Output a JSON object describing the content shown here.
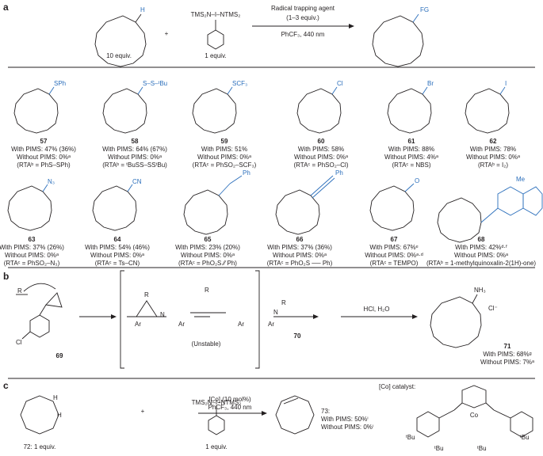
{
  "panels": {
    "a": "a",
    "b": "b",
    "c": "c"
  },
  "schemeA": {
    "reagent": "TMS₂N–I–NTMS₂",
    "arrow_top1": "Radical trapping agent",
    "arrow_top2": "(1–3 equiv.)",
    "arrow_bottom": "PhCF₃, 440 nm",
    "plus": "+",
    "sub_equiv": "10 equiv.",
    "reagent_equiv": "1 equiv.",
    "product_fg": "FG",
    "sub_h": "H"
  },
  "products": [
    {
      "num": "57",
      "fg": "SPh",
      "l1": "With PIMS: 47% (36%)",
      "l2": "Without PIMS: 0%ᵃ",
      "l3": "(RTAᵇ = PhS–SPh)"
    },
    {
      "num": "58",
      "fg": "S–S–ᵗBu",
      "l1": "With PIMS: 64% (67%)",
      "l2": "Without PIMS: 0%ᵃ",
      "l3": "(RTAᵇ = ᵗBuSS–SSᵗBu)"
    },
    {
      "num": "59",
      "fg": "SCF₃",
      "l1": "With PIMS: 51%",
      "l2": "Without PIMS: 0%ᵃ",
      "l3": "(RTAᶜ = PhSO₂–SCF₃)"
    },
    {
      "num": "60",
      "fg": "Cl",
      "l1": "With PIMS: 58%",
      "l2": "Without PIMS: 0%ᵃ",
      "l3": "(RTAᶜ = PhSO₂–Cl)"
    },
    {
      "num": "61",
      "fg": "Br",
      "l1": "With PIMS: 88%",
      "l2": "Without PIMS: 4%ᵃ",
      "l3": "(RTAᶜ = NBS)"
    },
    {
      "num": "62",
      "fg": "I",
      "l1": "With PIMS: 78%",
      "l2": "Without PIMS: 0%ᵃ",
      "l3": "(RTAᵇ = I₂)"
    },
    {
      "num": "63",
      "fg": "N₃",
      "l1": "With PIMS: 37% (26%)",
      "l2": "Without PIMS: 0%ᵃ",
      "l3": "(RTAᶜ = PhSO₂–N₃)"
    },
    {
      "num": "64",
      "fg": "CN",
      "l1": "With PIMS: 54% (46%)",
      "l2": "Without PIMS: 0%ᵃ",
      "l3": "(RTAᶜ = Ts–CN)"
    },
    {
      "num": "65",
      "fg": "Ph",
      "l1": "With PIMS: 23% (20%)",
      "l2": "Without PIMS: 0%ᵃ",
      "l3": "(RTAᶜ = PhO₂S ⁄⁄ Ph)"
    },
    {
      "num": "66",
      "fg": "Ph",
      "l1": "With PIMS: 37% (36%)",
      "l2": "Without PIMS: 0%ᵃ",
      "l3": "(RTAᶜ = PhO₂S ── Ph)"
    },
    {
      "num": "67",
      "fg": "O",
      "l1": "With PIMS: 67%ᵉ",
      "l2": "Without PIMS: 0%ᵃ·ᵈ",
      "l3": "(RTAᶜ = TEMPO)"
    },
    {
      "num": "68",
      "fg": "Me",
      "l1": "With PIMS: 42%ᵈ·ᶠ",
      "l2": "Without PIMS: 0%ᵃ",
      "l3": "(RTAᵇ = 1-methylquinoxalin-2(1H)-one)"
    }
  ],
  "schemeB": {
    "cmpd69": "69",
    "cmpd70": "70",
    "cmpd71": "71",
    "unstable": "(Unstable)",
    "hcl": "HCl, H₂O",
    "with": "With PIMS: 68%ᵍ",
    "without": "Without PIMS: 7%ᵃ",
    "ar": "Ar",
    "r": "R",
    "cl": "Cl",
    "n": "N",
    "nh3": "NH₃",
    "clm": "Cl⁻"
  },
  "schemeC": {
    "sub": "72: 1 equiv.",
    "reagent_equiv": "1 equiv.",
    "plus": "+",
    "reagent": "TMS₂N–I–NTMS₂",
    "arrow_top": "[Co] (10 mol%)",
    "arrow_mid": "PhCF₃, 440 nm",
    "prod": "73:",
    "with": "With PIMS: 50%ⁱ",
    "without": "Without PIMS: 0%ⁱ",
    "catalyst_label": "[Co] catalyst:",
    "tbu": "ᵗBu",
    "co": "Co",
    "h": "H"
  }
}
